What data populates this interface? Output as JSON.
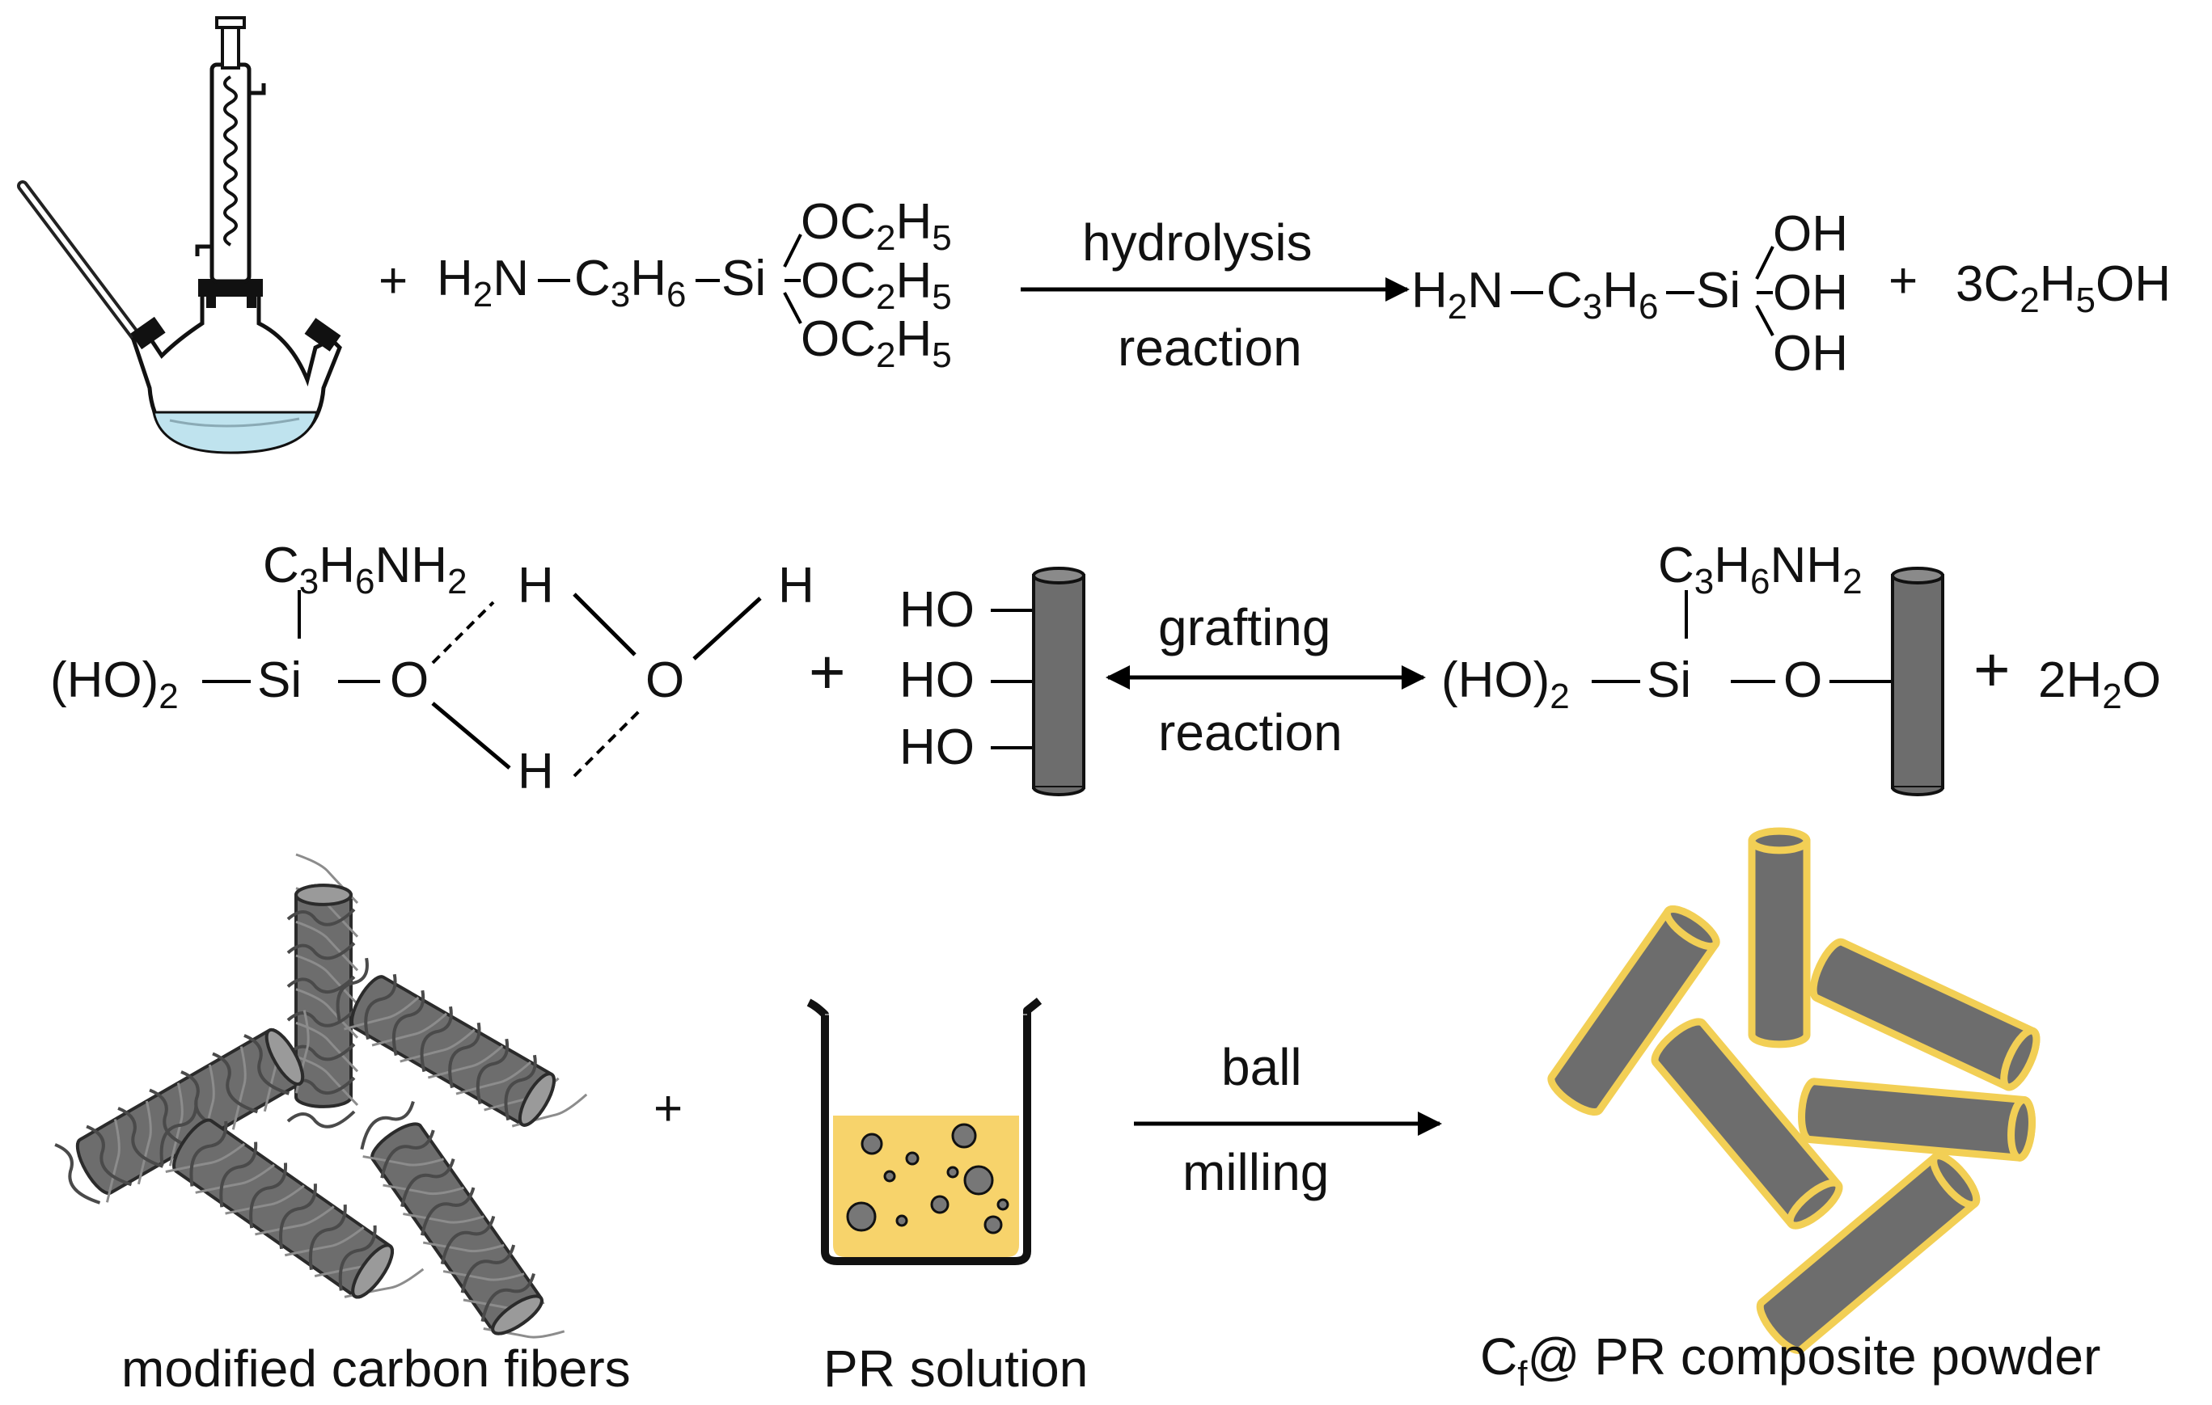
{
  "row1": {
    "plus_left": "+",
    "reactant": {
      "nh2": "H2N",
      "c3h6": "C3H6",
      "si": "Si",
      "groups": [
        "OC2H5",
        "OC2H5",
        "OC2H5"
      ]
    },
    "arrow_top": "hydrolysis",
    "arrow_bottom": "reaction",
    "product": {
      "nh2": "H2N",
      "c3h6": "C3H6",
      "si": "Si",
      "groups": [
        "OH",
        "OH",
        "OH"
      ]
    },
    "plus_right": "+",
    "byproduct": "3C2H5OH"
  },
  "row2": {
    "silanol": {
      "top": "C3H6NH2",
      "left": "(HO)2",
      "si": "Si",
      "o": "O"
    },
    "water": {
      "h_top_left": "H",
      "h_top_right": "H",
      "o": "O",
      "h_bottom": "H"
    },
    "plus": "+",
    "fiber_groups": [
      "HO",
      "HO",
      "HO"
    ],
    "arrow_top": "grafting",
    "arrow_bottom": "reaction",
    "product": {
      "top": "C3H6NH2",
      "left": "(HO)2",
      "si": "Si",
      "o": "O"
    },
    "plus_right": "+",
    "byproduct": "2H2O"
  },
  "row3": {
    "plus": "+",
    "arrow_top": "ball",
    "arrow_bottom": "milling",
    "label_fibers": "modified carbon fibers",
    "label_solution": "PR solution",
    "label_powder_c": "C",
    "label_powder_sub": "f",
    "label_powder_rest": "@ PR composite powder"
  },
  "colors": {
    "fiber": "#6d6d6d",
    "fiber_dark": "#3c3c3c",
    "resin": "#f7d36b",
    "resin_edge": "#f2cf55",
    "liquid": "#bfe3ee"
  },
  "icons": [
    "three-neck-flask-icon",
    "condenser-icon",
    "thermometer-icon",
    "beaker-icon"
  ]
}
